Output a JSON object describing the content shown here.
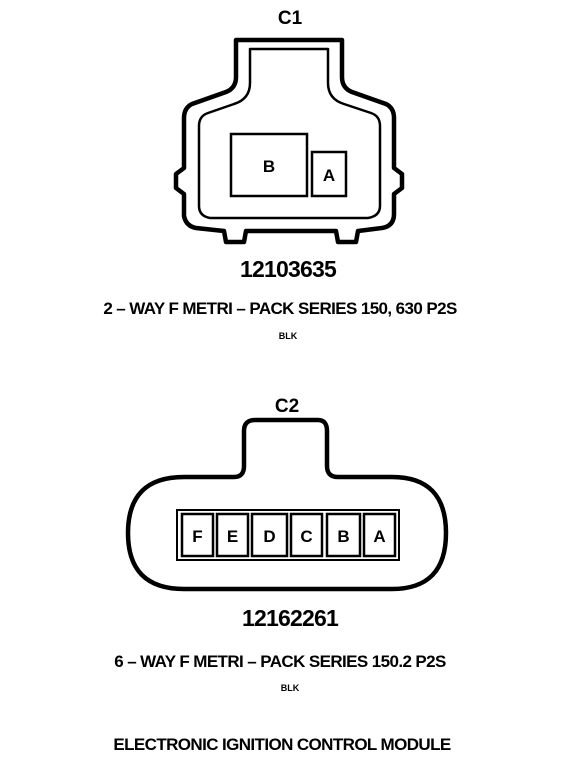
{
  "connector1": {
    "label": "C1",
    "pins": [
      "B",
      "A"
    ],
    "part_number": "12103635",
    "description": "2 – WAY F METRI – PACK SERIES 150, 630 P2S",
    "color": "BLK"
  },
  "connector2": {
    "label": "C2",
    "pins": [
      "F",
      "E",
      "D",
      "C",
      "B",
      "A"
    ],
    "part_number": "12162261",
    "description": "6 – WAY F METRI – PACK SERIES 150.2 P2S",
    "color": "BLK"
  },
  "footer": {
    "title": "ELECTRONIC IGNITION CONTROL MODULE"
  }
}
